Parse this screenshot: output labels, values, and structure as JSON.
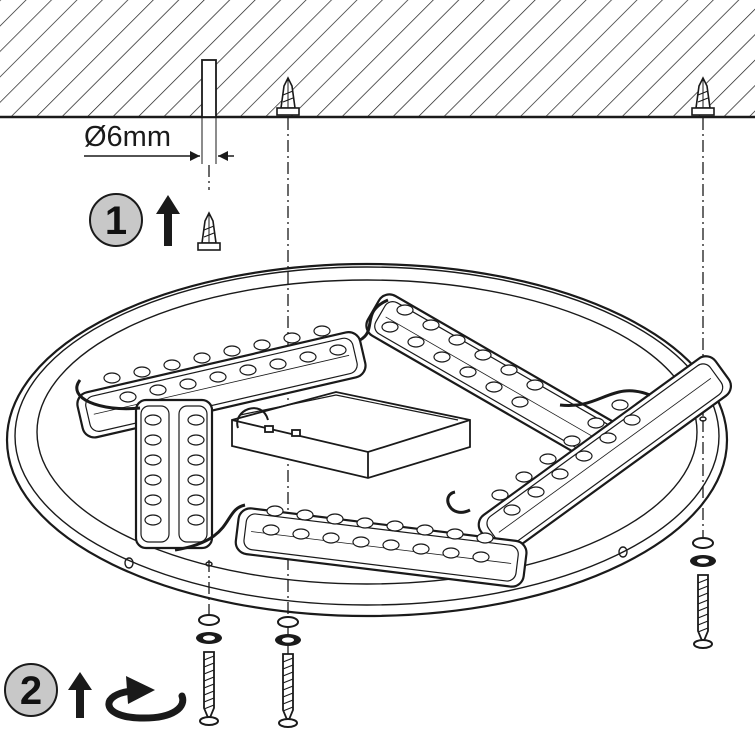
{
  "diagram": {
    "drill_dimension": "Ø6mm",
    "steps": [
      {
        "number": "1",
        "arrow_icon": "up-arrow-icon",
        "action_icon": "wall-plug-icon"
      },
      {
        "number": "2",
        "arrow_icon": "up-arrow-icon",
        "action_icon": "rotate-clockwise-icon"
      }
    ],
    "colors": {
      "line": "#1a1a1a",
      "step_badge_fill": "#c8c8c8",
      "background": "#ffffff"
    }
  }
}
